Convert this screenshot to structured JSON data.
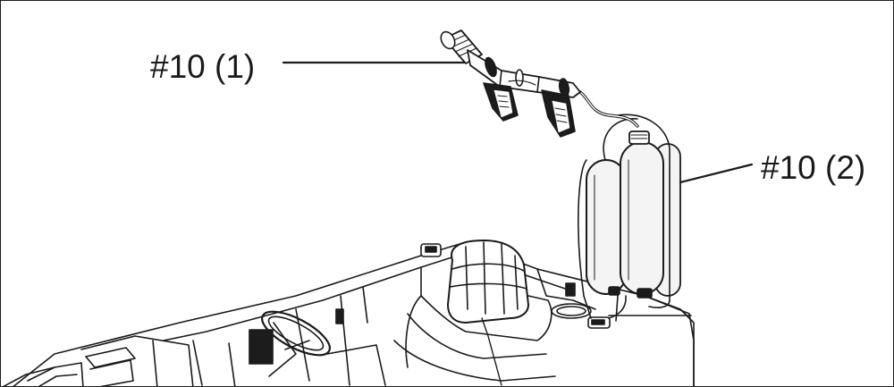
{
  "callouts": [
    {
      "id": "part-10-1",
      "label": "#10 (1)"
    },
    {
      "id": "part-10-2",
      "label": "#10 (2)"
    }
  ],
  "colors": {
    "line": "#1a1a1a",
    "fill_light": "#f4f4f4",
    "fill_dark": "#1c1c1c",
    "background": "#ffffff"
  },
  "icons": [
    "water-gun-icon",
    "water-tank-icon",
    "ride-on-car-icon"
  ]
}
